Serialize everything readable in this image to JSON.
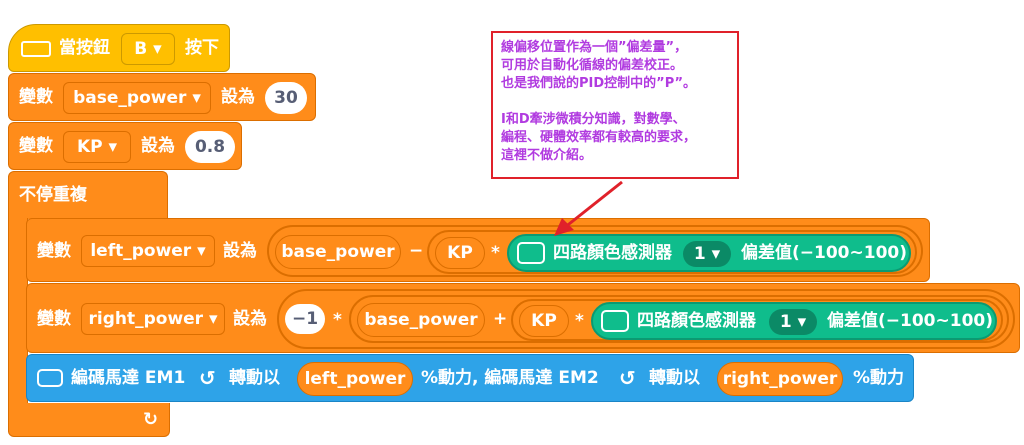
{
  "event_block": {
    "label_pre": "當按鈕",
    "button_value": "B ▾",
    "label_post": "按下"
  },
  "set_base": {
    "label_var": "變數",
    "var_name": "base_power ▾",
    "label_set": "設為",
    "value": "30"
  },
  "set_kp": {
    "label_var": "變數",
    "var_name": "KP ▾",
    "label_set": "設為",
    "value": "0.8"
  },
  "forever": {
    "label": "不停重複"
  },
  "set_left": {
    "label_var": "變數",
    "var_name": "left_power ▾",
    "label_set": "設為",
    "reporter_base": "base_power",
    "op_minus": "−",
    "reporter_kp": "KP",
    "op_times": "*",
    "sensor_label": "四路顏色感測器",
    "sensor_index": "1 ▾",
    "sensor_value": "偏差值(−100~100)"
  },
  "set_right": {
    "label_var": "變數",
    "var_name": "right_power ▾",
    "label_set": "設為",
    "neg_one": "−1",
    "op_times1": "*",
    "reporter_base": "base_power",
    "op_plus": "+",
    "reporter_kp": "KP",
    "op_times2": "*",
    "sensor_label": "四路顏色感測器",
    "sensor_index": "1 ▾",
    "sensor_value": "偏差值(−100~100)"
  },
  "motor_block": {
    "label1": "編碼馬達 EM1",
    "label2": "轉動以",
    "reporter_left": "left_power",
    "label3": "%動力, 編碼馬達 EM2",
    "label4": "轉動以",
    "reporter_right": "right_power",
    "label5": "%動力"
  },
  "loop_arrow": "↻",
  "note": {
    "text": "線偏移位置作為一個”偏差量”，\n可用於自動化循線的偏差校正。\n也是我們說的PID控制中的”P”。\n\nI和D牽涉微積分知識，對數學、\n編程、硬體效率都有較高的要求，\n這裡不做介紹。"
  },
  "colors": {
    "events": "#ffbf00",
    "variables": "#ff8c1a",
    "sensor": "#0fbd8c",
    "motor": "#2ea3e8",
    "note_border": "#e0212a",
    "note_text": "#b13be0"
  }
}
